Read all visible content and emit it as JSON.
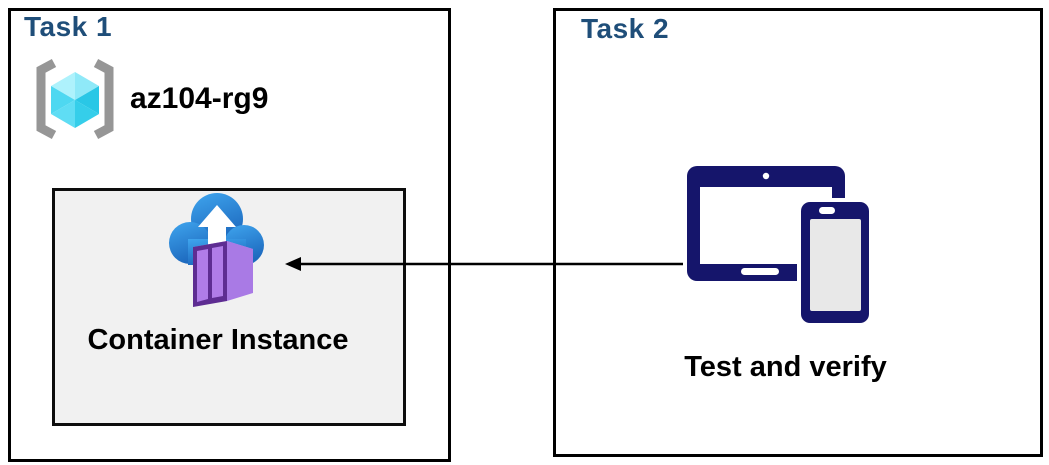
{
  "diagram": {
    "task1": {
      "title": "Task 1",
      "resource_group_name": "az104-rg9",
      "container_label": "Container Instance"
    },
    "task2": {
      "title": "Task 2",
      "caption": "Test and verify"
    },
    "connector": {
      "style": "single-arrow",
      "from": "task2-devices-icon",
      "to": "task1-container-instance",
      "direction": "right-to-left"
    },
    "icons": {
      "resource_group": "azure-resource-group-icon",
      "container_instance": "azure-container-instances-icon",
      "devices": "tablet-and-phone-icon"
    }
  },
  "colors": {
    "title-blue": "#1F4E79",
    "device-navy": "#15156B",
    "border-black": "#000000",
    "card-bg": "#F1F1F1",
    "cloud-blue-light": "#3FA5EE",
    "cloud-blue-dark": "#1D69BE",
    "purple-frame": "#5E2D92",
    "purple-panel": "#B07CE8",
    "purple-side": "#A97AE5",
    "purple-top": "#BE93F0",
    "cube-top-left": "#AEF2FC",
    "cube-top-right": "#8FE9F8",
    "cube-left-upper": "#4ED8F1",
    "cube-bottom-left": "#5FDDF4",
    "cube-right-upper": "#29C7E6",
    "cube-bottom-right": "#35CEEA",
    "bracket-gray": "#969696",
    "phone-screen-gray": "#E8E8E8"
  }
}
